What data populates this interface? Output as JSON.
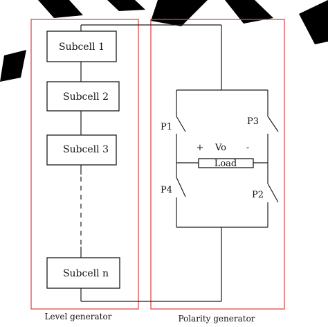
{
  "diagram": {
    "subcells": [
      "Subcell 1",
      "Subcell 2",
      "Subcell 3",
      "Subcell n"
    ],
    "switches": {
      "p1": "P1",
      "p2": "P2",
      "p3": "P3",
      "p4": "P4"
    },
    "load_label": "Load",
    "voltage": {
      "plus": "+",
      "label": "Vo",
      "minus": "-"
    },
    "captions": {
      "left": "Level generator",
      "right": "Polarity generator"
    },
    "colors": {
      "frame": "#e0474c",
      "line": "#1a1a1a",
      "decoration": "#000000"
    }
  }
}
